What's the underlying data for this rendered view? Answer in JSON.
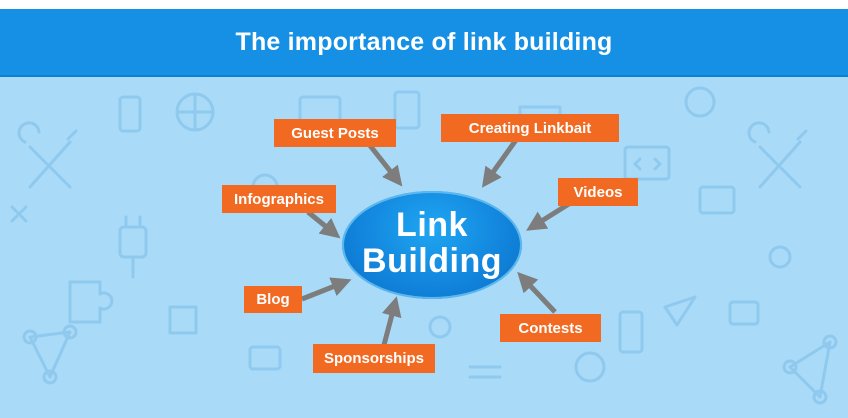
{
  "header": {
    "title": "The importance of link building"
  },
  "center": {
    "line1": "Link",
    "line2": "Building"
  },
  "nodes": [
    {
      "id": "guest-posts",
      "label": "Guest Posts"
    },
    {
      "id": "creating-linkbait",
      "label": "Creating Linkbait"
    },
    {
      "id": "infographics",
      "label": "Infographics"
    },
    {
      "id": "videos",
      "label": "Videos"
    },
    {
      "id": "blog",
      "label": "Blog"
    },
    {
      "id": "contests",
      "label": "Contests"
    },
    {
      "id": "sponsorships",
      "label": "Sponsorships"
    }
  ],
  "colors": {
    "banner": "#1590e4",
    "background": "#a9daf7",
    "node": "#f26a21",
    "arrow": "#7d7d7d",
    "hub": "#1183db"
  },
  "background_icons": [
    "wrench-screwdriver-icon",
    "plug-icon",
    "dollar-icon",
    "puzzle-icon",
    "network-icon",
    "code-window-icon",
    "cursor-icon",
    "phone-icon",
    "globe-icon"
  ]
}
